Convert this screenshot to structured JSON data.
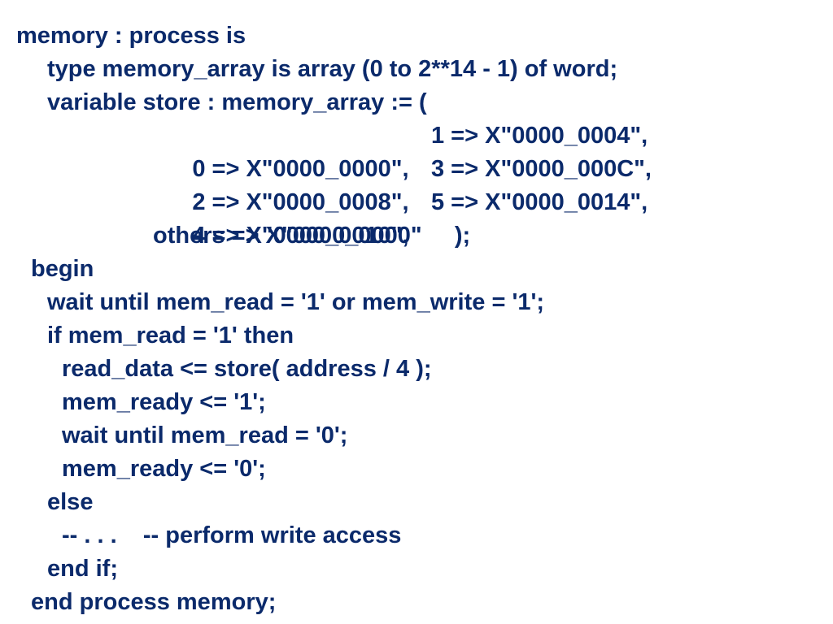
{
  "code_lines": [
    "memory : process is",
    "type memory_array is array (0 to 2**14 - 1) of word;",
    "variable store : memory_array := (",
    "0 => X\"0000_0000\",",
    "1 => X\"0000_0004\",",
    "2 => X\"0000_0008\",",
    "3 => X\"0000_000C\",",
    "4 => X\"0000_0010\",",
    "5 => X\"0000_0014\",",
    "others => X\"0000_0000\"     );",
    "begin",
    "wait until mem_read = '1' or mem_write = '1';",
    "if mem_read = '1' then",
    "read_data <= store( address / 4 );",
    "mem_ready <= '1';",
    "wait until mem_read = '0';",
    "mem_ready <= '0';",
    "else",
    "-- . . .    -- perform write access",
    "end if;",
    "end process memory;"
  ],
  "colors": {
    "text": "#0b2a6b",
    "background": "#ffffff"
  }
}
